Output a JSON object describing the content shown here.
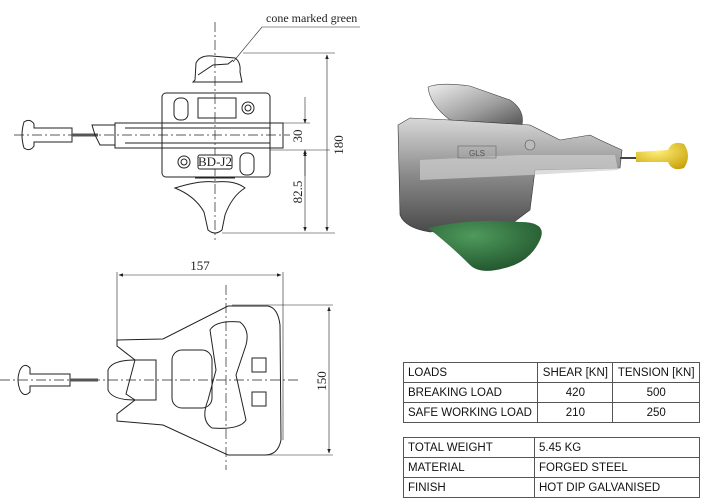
{
  "drawing": {
    "annotation": "cone marked green",
    "part_label": "BD-J2",
    "dimensions": {
      "overall_height": "180",
      "bar_height": "30",
      "cone_height": "82.5",
      "width": "157",
      "depth": "150"
    },
    "logo_text": "GLS",
    "colors": {
      "cone": "#2e6b3a",
      "handle": "#e0c020",
      "steel": "#9a9a9a"
    }
  },
  "loads_table": {
    "headers": [
      "LOADS",
      "SHEAR [KN]",
      "TENSION [KN]"
    ],
    "rows": [
      {
        "label": "BREAKING LOAD",
        "shear": "420",
        "tension": "500"
      },
      {
        "label": "SAFE WORKING LOAD",
        "shear": "210",
        "tension": "250"
      }
    ]
  },
  "properties_table": {
    "rows": [
      {
        "label": "TOTAL WEIGHT",
        "value": "5.45 KG"
      },
      {
        "label": "MATERIAL",
        "value": "FORGED STEEL"
      },
      {
        "label": "FINISH",
        "value": "HOT DIP GALVANISED"
      }
    ]
  }
}
